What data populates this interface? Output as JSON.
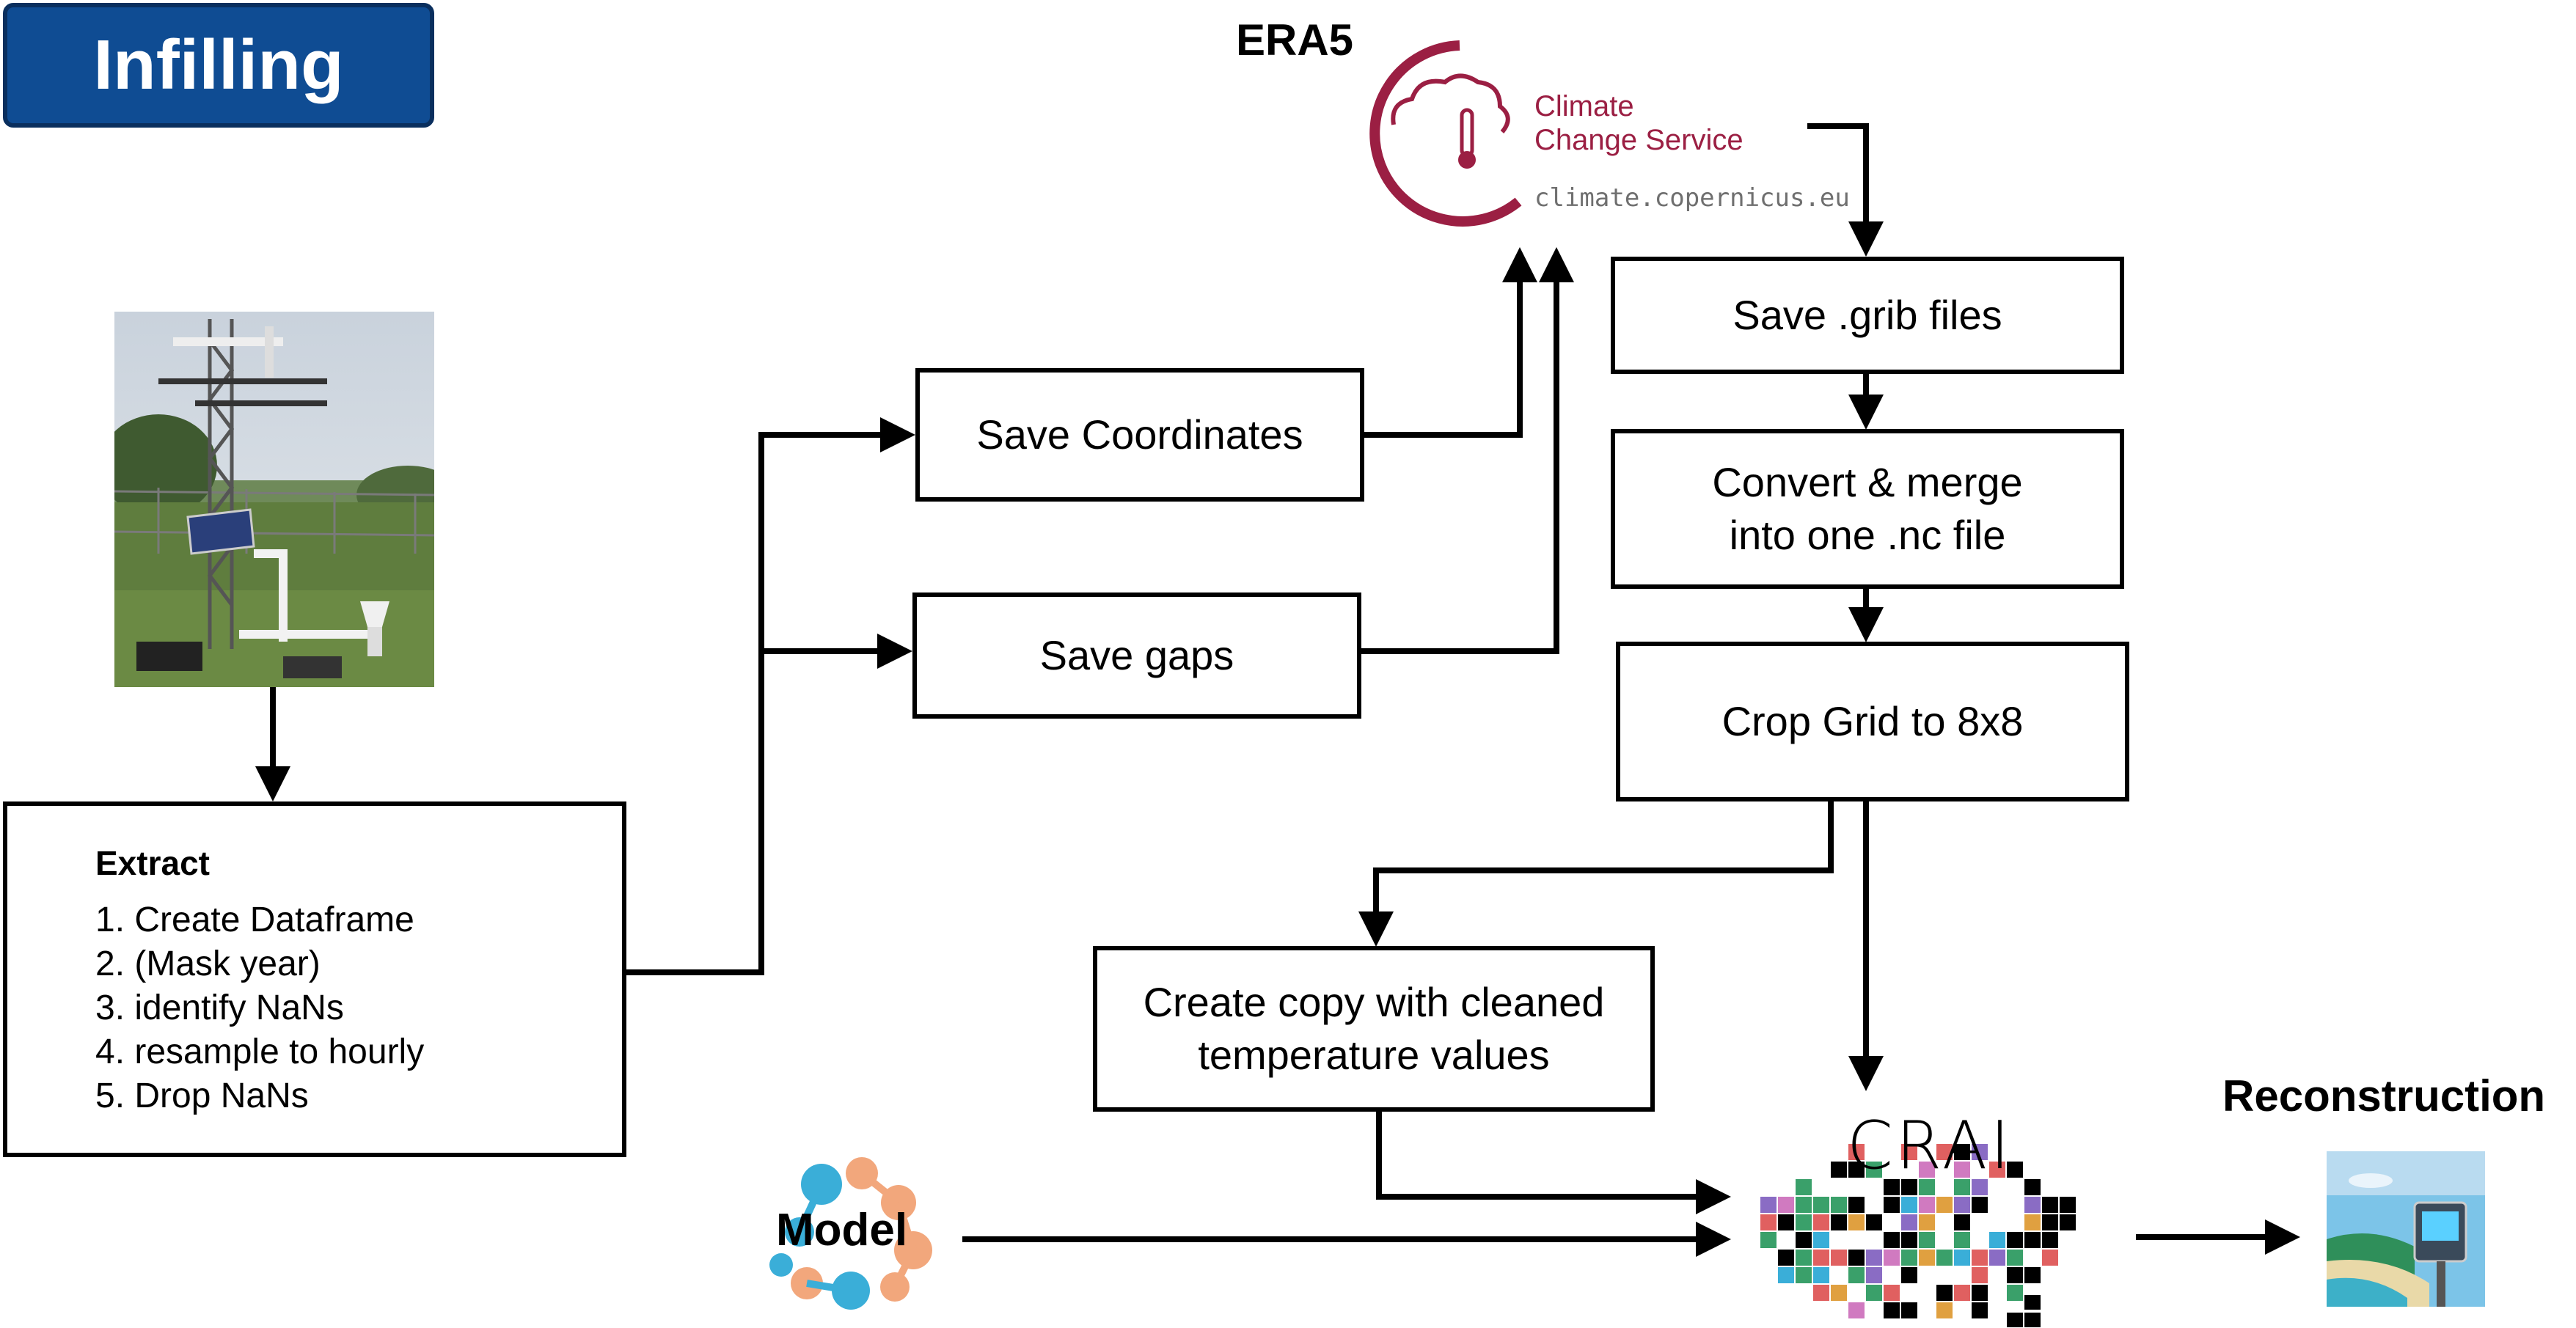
{
  "header": {
    "badge": "Infilling"
  },
  "era5": {
    "label": "ERA5",
    "service_line1": "Climate",
    "service_line2": "Change Service",
    "url": "climate.copernicus.eu",
    "color": "#9b1f43"
  },
  "extract": {
    "title": "Extract",
    "steps": [
      "1. Create Dataframe",
      "2. (Mask year)",
      "3. identify NaNs",
      "4. resample to hourly",
      "5. Drop NaNs"
    ]
  },
  "boxes": {
    "save_coordinates": "Save Coordinates",
    "save_gaps": "Save gaps",
    "save_grib": "Save .grib files",
    "convert_line1": "Convert & merge",
    "convert_line2": "into one .nc file",
    "crop": "Crop Grid to 8x8",
    "copy_line1": "Create copy with cleaned",
    "copy_line2": "temperature values"
  },
  "model": {
    "label": "Model"
  },
  "crai": {
    "label": "CRAI"
  },
  "reconstruction": {
    "label": "Reconstruction"
  },
  "colors": {
    "badge": "#0f4c93",
    "arrow": "#000000"
  }
}
